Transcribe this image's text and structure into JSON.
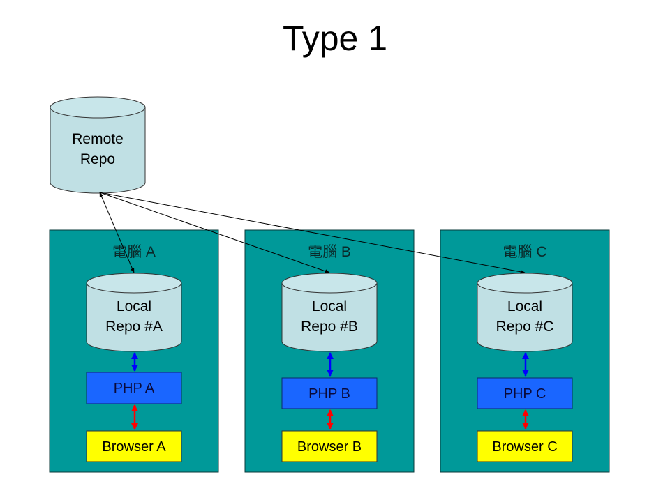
{
  "title": "Type 1",
  "colors": {
    "computer_box": "#009999",
    "cylinder": "#c0e0e4",
    "php_box": "#1a66ff",
    "browser_box": "#ffff00",
    "db_php_arrow": "#0000ff",
    "php_browser_arrow": "#ff0000",
    "sync_arrow": "#000000"
  },
  "remote_repo": {
    "line1": "Remote",
    "line2": "Repo"
  },
  "computers": [
    {
      "id": "A",
      "label": "電腦 A",
      "repo_line1": "Local",
      "repo_line2": "Repo #A",
      "php": "PHP A",
      "browser": "Browser A"
    },
    {
      "id": "B",
      "label": "電腦 B",
      "repo_line1": "Local",
      "repo_line2": "Repo #B",
      "php": "PHP B",
      "browser": "Browser B"
    },
    {
      "id": "C",
      "label": "電腦 C",
      "repo_line1": "Local",
      "repo_line2": "Repo #C",
      "php": "PHP C",
      "browser": "Browser C"
    }
  ],
  "connections": [
    {
      "from": "Remote Repo",
      "to": "Local Repo #A",
      "type": "bidirectional"
    },
    {
      "from": "Remote Repo",
      "to": "Local Repo #B",
      "type": "bidirectional"
    },
    {
      "from": "Remote Repo",
      "to": "Local Repo #C",
      "type": "bidirectional"
    }
  ]
}
